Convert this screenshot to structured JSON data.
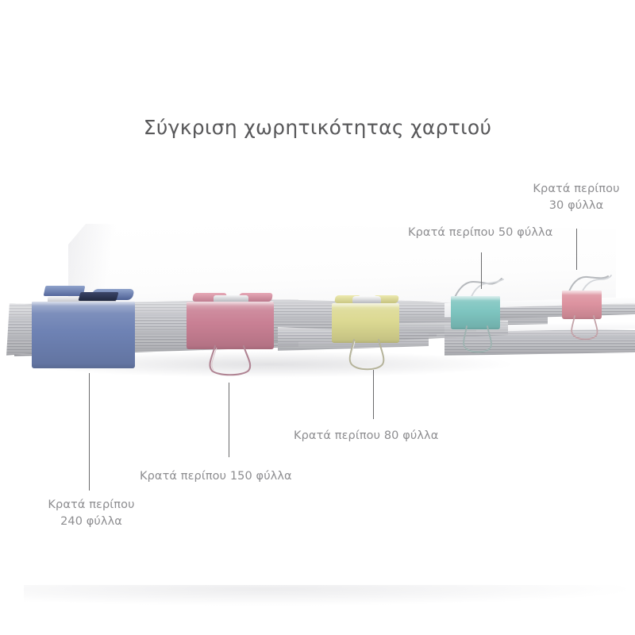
{
  "page": {
    "title": "Σύγκριση χωρητικότητας χαρτιού",
    "background_color": "#ffffff",
    "title_color": "#58585a",
    "label_color": "#8d8d90",
    "leader_color": "#6a6a6c"
  },
  "callouts": [
    {
      "id": "clip-240",
      "text": "Κρατά περίπου\n240 φύλλα",
      "sheets": 240,
      "clip_color": "#6e82b4",
      "clip_name": "blue-binder-clip",
      "align": "center"
    },
    {
      "id": "clip-150",
      "text": "Κρατά περίπου 150 φύλλα",
      "sheets": 150,
      "clip_color": "#c98094",
      "clip_name": "pink-binder-clip",
      "align": "left"
    },
    {
      "id": "clip-80",
      "text": "Κρατά περίπου 80 φύλλα",
      "sheets": 80,
      "clip_color": "#dcd992",
      "clip_name": "yellow-binder-clip",
      "align": "left"
    },
    {
      "id": "clip-50",
      "text": "Κρατά περίπου 50 φύλλα",
      "sheets": 50,
      "clip_color": "#7ec5c0",
      "clip_name": "teal-binder-clip",
      "align": "left"
    },
    {
      "id": "clip-30",
      "text": "Κρατά περίπου\n30 φύλλα",
      "sheets": 30,
      "clip_color": "#dd93a0",
      "clip_name": "rose-binder-clip",
      "align": "center"
    }
  ],
  "product": {
    "subject": "paper-stack-with-binder-clips",
    "clip_count": 5,
    "paper_edge_color": "#b9babf",
    "paper_face_color": "#fdfdfd"
  }
}
